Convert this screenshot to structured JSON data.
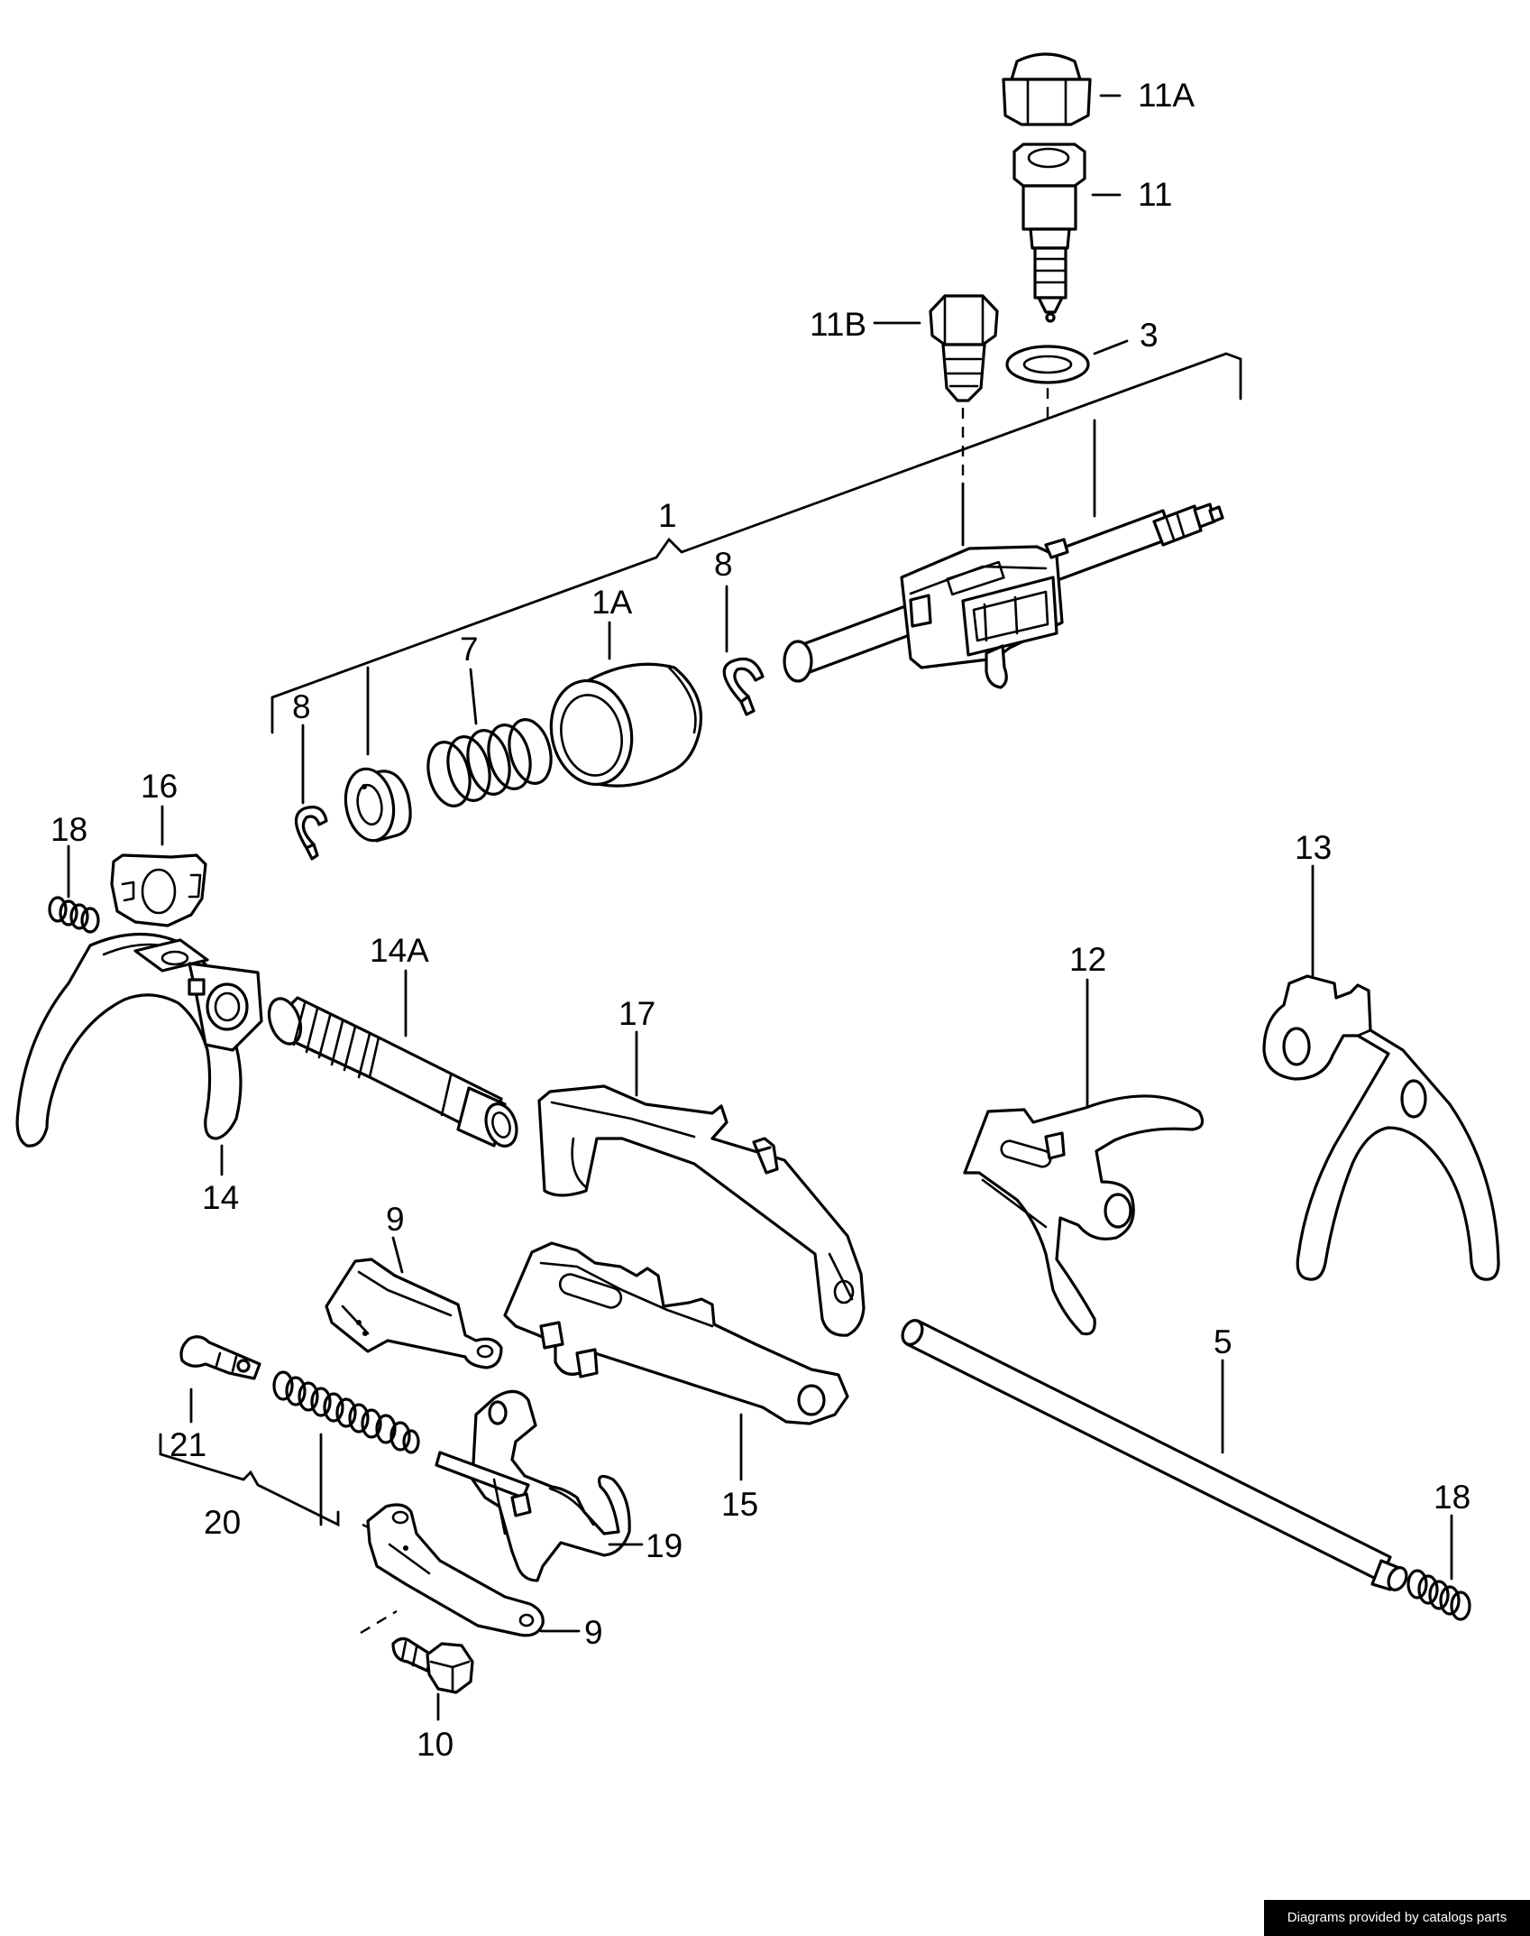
{
  "diagram": {
    "callouts": {
      "p1": "1",
      "p1A": "1A",
      "p3": "3",
      "p5": "5",
      "p7": "7",
      "p8_left": "8",
      "p8_right": "8",
      "p9_upper": "9",
      "p9_lower": "9",
      "p10": "10",
      "p11": "11",
      "p11A": "11A",
      "p11B": "11B",
      "p12": "12",
      "p13": "13",
      "p14": "14",
      "p14A": "14A",
      "p15": "15",
      "p16": "16",
      "p17": "17",
      "p18_left": "18",
      "p18_right": "18",
      "p19": "19",
      "p20": "20",
      "p21": "21"
    }
  },
  "footer": {
    "credit": "Diagrams provided by catalogs parts"
  },
  "colors": {
    "line": "#000000",
    "background": "#ffffff",
    "credit_bar": "#000000",
    "credit_text": "#ffffff"
  }
}
